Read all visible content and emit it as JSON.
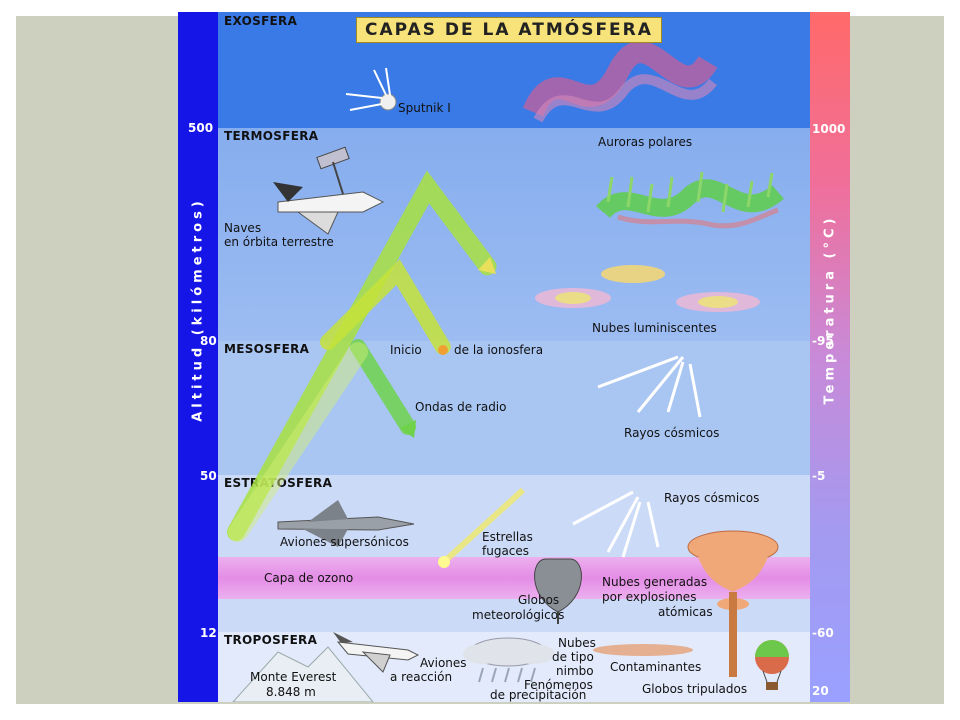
{
  "title": "CAPAS DE LA ATMÓSFERA",
  "layers": {
    "exosfera": "EXOSFERA",
    "termosfera": "TERMOSFERA",
    "mesosfera": "MESOSFERA",
    "estratosfera": "ESTRATOSFERA",
    "ozono": "Capa de ozono",
    "troposfera": "TROPOSFERA"
  },
  "axis_left": {
    "label": "Altitud (kilómetros)",
    "ticks": [
      "500",
      "80",
      "50",
      "12"
    ]
  },
  "axis_right": {
    "label": "Temperatura (°C)",
    "ticks": [
      "1000",
      "-95",
      "-5",
      "-60",
      "20"
    ]
  },
  "labels": {
    "sputnik": "Sputnik I",
    "auroras": "Auroras polares",
    "naves_1": "Naves",
    "naves_2": "en órbita terrestre",
    "nubes_lum": "Nubes luminiscentes",
    "inicio_1": "Inicio",
    "inicio_2": "de la ionosfera",
    "ondas": "Ondas de radio",
    "rayos_1": "Rayos cósmicos",
    "rayos_2": "Rayos cósmicos",
    "aviones_super": "Aviones supersónicos",
    "estrellas_1": "Estrellas",
    "estrellas_2": "fugaces",
    "globos_met_1": "Globos",
    "globos_met_2": "meteorológicos",
    "nubes_gen_1": "Nubes generadas",
    "nubes_gen_2": "por explosiones",
    "nubes_gen_3": "atómicas",
    "aviones_reac_1": "Aviones",
    "aviones_reac_2": "a reacción",
    "nimbo_1": "Nubes",
    "nimbo_2": "de tipo",
    "nimbo_3": "nimbo",
    "fenom_1": "Fenómenos",
    "fenom_2": "de precipitación",
    "contaminantes": "Contaminantes",
    "globos_trip": "Globos tripulados",
    "everest_1": "Monte Everest",
    "everest_2": "8.848 m"
  },
  "colors": {
    "exosfera": "#3a7ae6",
    "termosfera": "#8fb4f0",
    "mesosfera": "#a7c4f3",
    "estratosfera": "#c9d8f7",
    "ozono": "#e99ae8",
    "troposfera": "#dfe8fb",
    "left_axis": "#1515e8",
    "frame": "#cdd0be"
  }
}
